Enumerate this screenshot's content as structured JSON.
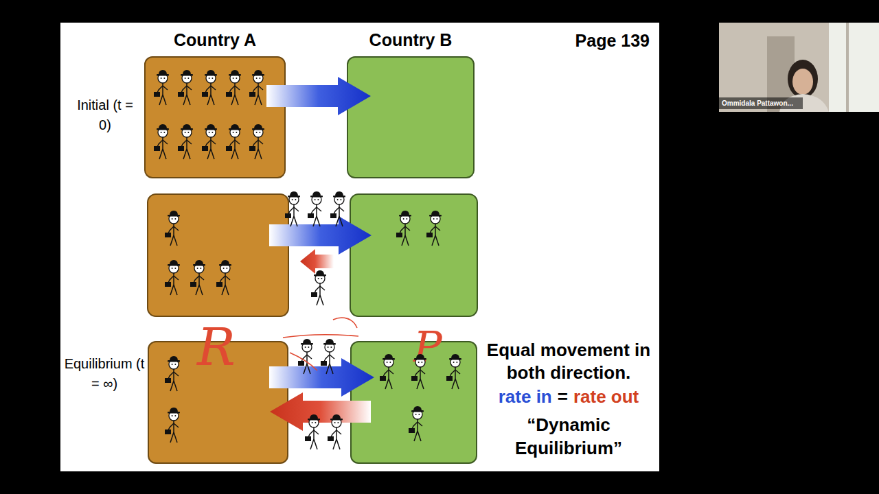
{
  "diagram": {
    "nodes": [
      {
        "text": [
          "Country A"
        ]
      },
      {
        "text": [
          "Country B"
        ]
      },
      {
        "text": [
          "R"
        ]
      },
      {
        "text": [
          "P"
        ]
      }
    ],
    "edges": [
      {
        "from": 0,
        "to": 1,
        "arrow": "to"
      },
      {
        "from": 2,
        "to": 3,
        "arrow": "to"
      },
      {
        "from": 3,
        "to": 2,
        "arrow": "to"
      }
    ],
    "labels": [
      "Page 139",
      "Initial (t = 0)",
      "Equilibrium (t = ∞)",
      "Equal movement in both direction.",
      "rate in",
      "=",
      "rate out",
      "“Dynamic Equilibrium”",
      "Ommidala Pattawon..."
    ]
  }
}
